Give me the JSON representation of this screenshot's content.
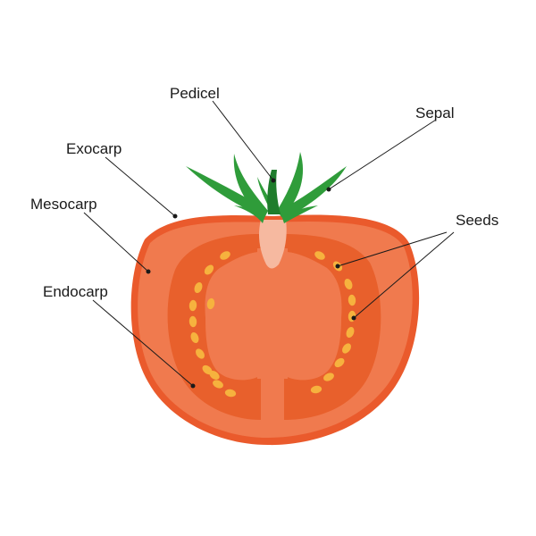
{
  "labels": {
    "pedicel": "Pedicel",
    "sepal": "Sepal",
    "exocarp": "Exocarp",
    "mesocarp": "Mesocarp",
    "endocarp": "Endocarp",
    "seeds": "Seeds"
  },
  "colors": {
    "exocarp": "#ea5a2c",
    "mesocarp": "#f07a4e",
    "endocarp": "#e8602c",
    "core": "#f07a4e",
    "pedicel_core": "#f6b9a0",
    "seed": "#f6b23e",
    "leaf": "#2f9c3a",
    "leaf_dark": "#1f7d2c",
    "leader": "#1a1a1a"
  }
}
